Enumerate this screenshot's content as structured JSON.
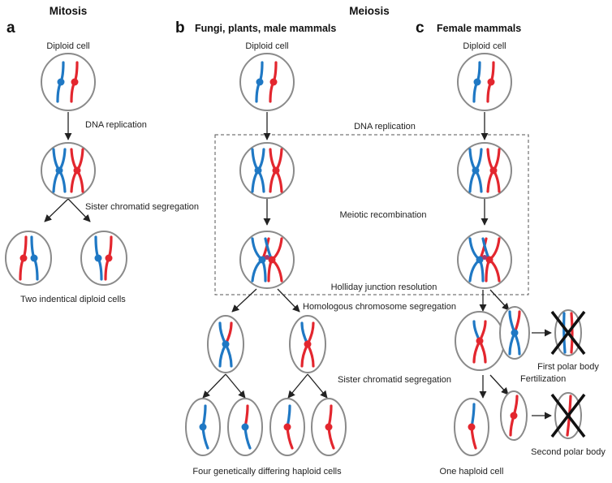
{
  "colors": {
    "chromosome_a": "#1f78c4",
    "chromosome_b": "#e3262e",
    "cell_outline": "#8a8a8a",
    "cross": "#111111"
  },
  "panels": {
    "mitosis": {
      "title": "Mitosis",
      "letter": "a",
      "start_label": "Diploid cell",
      "step1": "DNA replication",
      "step2": "Sister chromatid segregation",
      "result": "Two indentical diploid cells"
    },
    "meiosis": {
      "title": "Meiosis",
      "b": {
        "letter": "b",
        "title": "Fungi, plants, male mammals",
        "start_label": "Diploid cell",
        "result": "Four genetically differing haploid cells"
      },
      "c": {
        "letter": "c",
        "title": "Female mammals",
        "start_label": "Diploid cell",
        "polar1": "First polar body",
        "fertilization": "Fertilization",
        "polar2": "Second polar body",
        "result": "One haploid cell"
      },
      "shared_steps": {
        "dna_replication": "DNA replication",
        "recombination": "Meiotic recombination",
        "holliday": "Holliday junction resolution",
        "homologous": "Homologous chromosome segregation",
        "sister": "Sister chromatid segregation"
      }
    }
  }
}
